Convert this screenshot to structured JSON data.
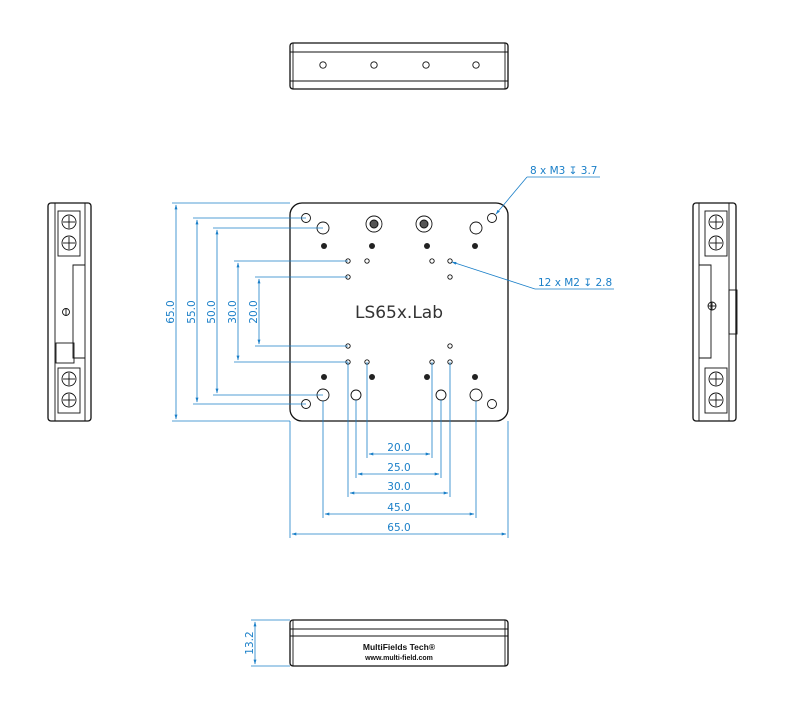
{
  "top_view": {
    "hole_count": 4
  },
  "front_view": {
    "model_label": "LS65x.Lab",
    "callouts": {
      "m3_holes": "8 x  M3 ↧ 3.7",
      "m2_holes": "12 x  M2 ↧ 2.8"
    },
    "vertical_dims": [
      "65.0",
      "55.0",
      "50.0",
      "30.0",
      "20.0"
    ],
    "horizontal_dims": [
      "20.0",
      "25.0",
      "30.0",
      "45.0",
      "65.0"
    ]
  },
  "bottom_view": {
    "brand": "MultiFields Tech®",
    "url": "www.multi-field.com",
    "height_dim": "13.2"
  },
  "colors": {
    "dimension": "#1a7fc8",
    "outline": "#111111"
  }
}
